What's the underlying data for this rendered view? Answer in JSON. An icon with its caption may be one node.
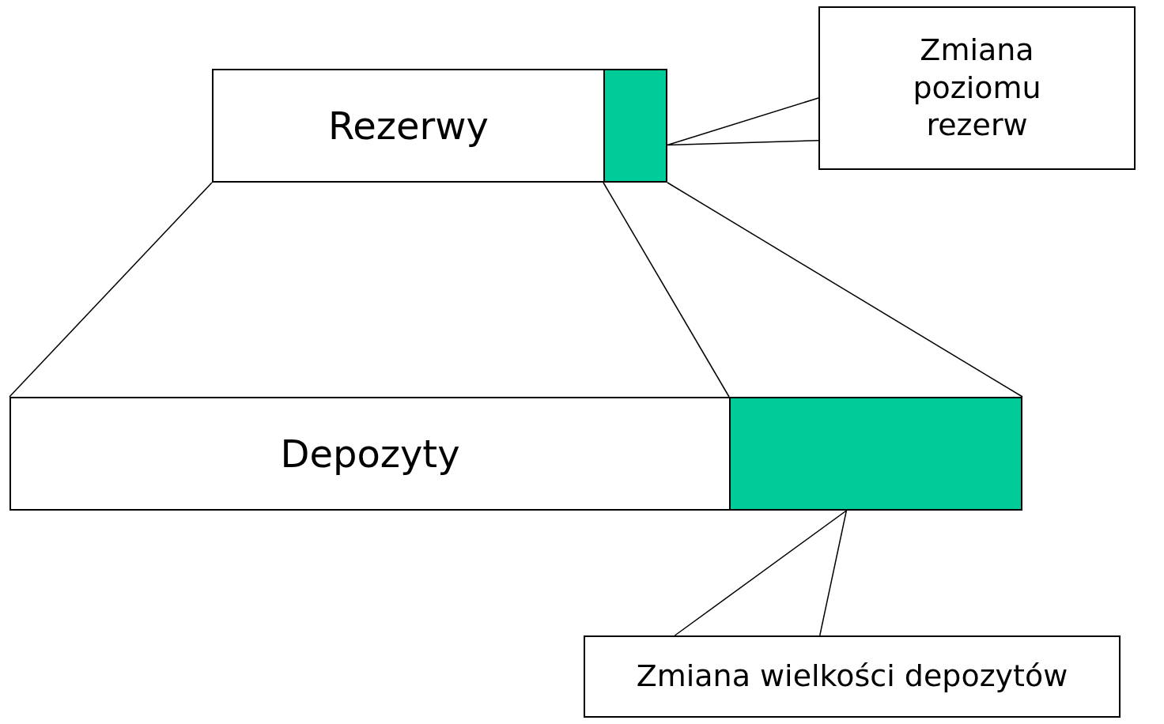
{
  "diagram": {
    "nodes": [
      {
        "text": [
          "Rezerwy"
        ]
      },
      {
        "text": [],
        "shape": "box"
      },
      {
        "text": [
          "Depozyty"
        ]
      },
      {
        "text": [],
        "shape": "box"
      },
      {
        "text": [
          "Zmiana poziomu rezerw"
        ]
      },
      {
        "text": [
          "Zmiana wielkości depozytów"
        ]
      }
    ],
    "edges": [
      {
        "from": 0,
        "to": 2,
        "arrow": "none"
      },
      {
        "from": 1,
        "to": 3,
        "arrow": "none"
      },
      {
        "from": 1,
        "to": 3,
        "arrow": "none"
      },
      {
        "from": 4,
        "to": 1,
        "arrow": "none"
      },
      {
        "from": 5,
        "to": 3,
        "arrow": "none"
      }
    ]
  }
}
